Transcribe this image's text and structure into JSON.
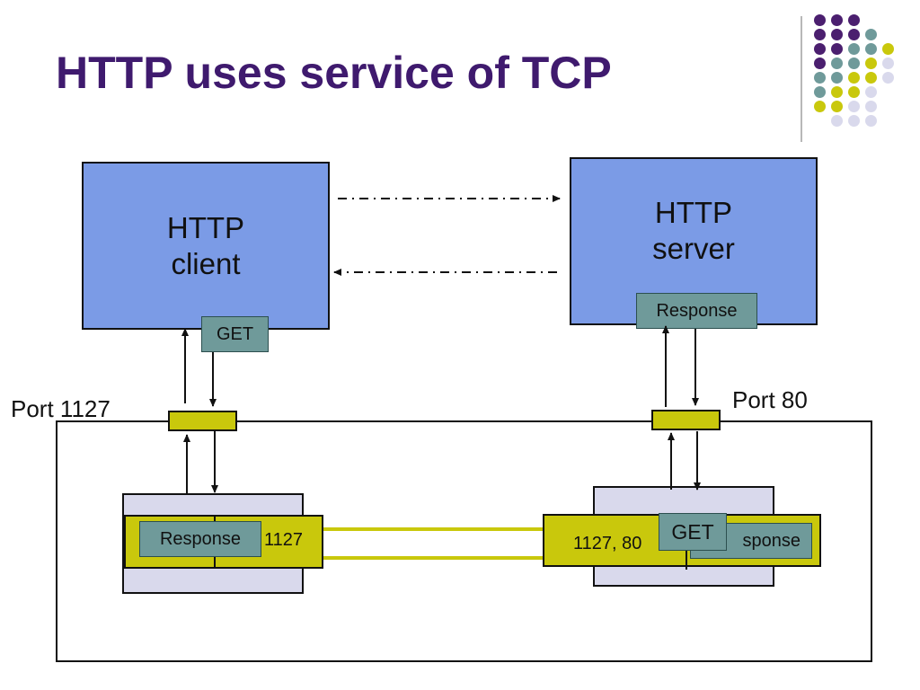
{
  "title": "HTTP uses service of TCP",
  "client": {
    "line1": "HTTP",
    "line2": "client"
  },
  "server": {
    "line1": "HTTP",
    "line2": "server"
  },
  "client_tag": "GET",
  "server_tag": "Response",
  "client_port": "Port 1127",
  "server_port": "Port 80",
  "client_segment": {
    "message": "Response",
    "header": "1127"
  },
  "server_segment": {
    "header": "1127, 80",
    "message": "sponse",
    "get": "GET"
  },
  "colors": {
    "title": "#3f1a6e",
    "app_box": "#7b9be6",
    "tag": "#6f9a9a",
    "port": "#c9c80c",
    "tcp_box": "#d9d9ec",
    "dots": [
      "#4b1f6f",
      "#6f9a9a",
      "#c9c80c",
      "#d9d9ec"
    ]
  }
}
